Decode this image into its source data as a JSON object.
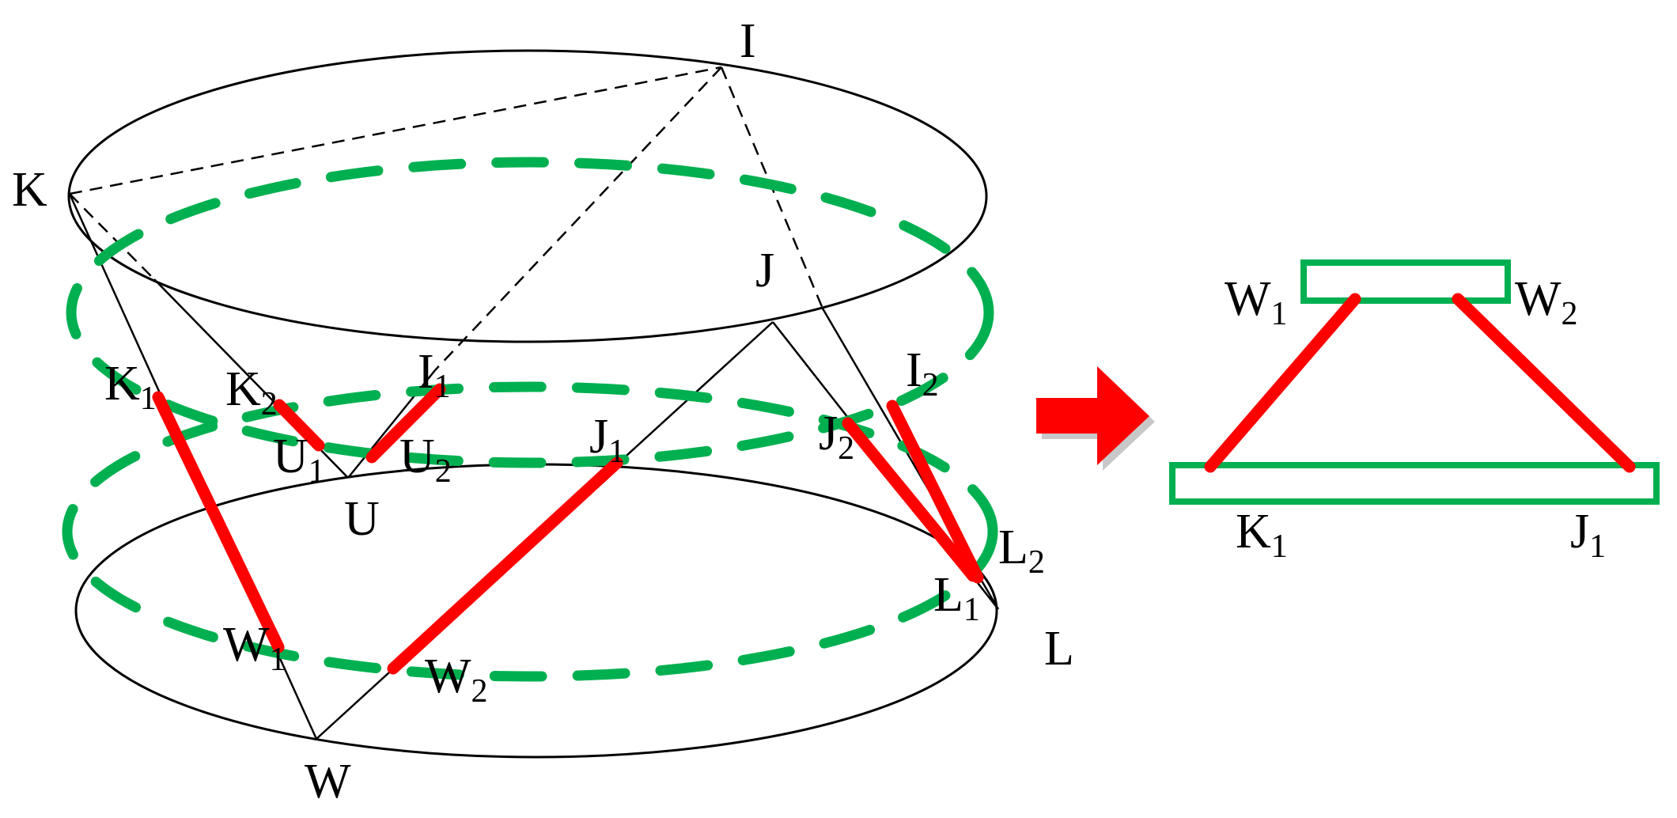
{
  "colors": {
    "outline": "#000000",
    "highlight": "#ff0000",
    "green": "#00b050",
    "arrow": "#ff0000",
    "arrow_shadow": "#c8c8c8"
  },
  "left_diagram": {
    "points": {
      "I": {
        "base": "I"
      },
      "K": {
        "base": "K"
      },
      "J": {
        "base": "J"
      },
      "U": {
        "base": "U"
      },
      "W": {
        "base": "W"
      },
      "L": {
        "base": "L"
      },
      "K1": {
        "base": "K",
        "sub": "1"
      },
      "K2": {
        "base": "K",
        "sub": "2"
      },
      "I1": {
        "base": "I",
        "sub": "1"
      },
      "I2": {
        "base": "I",
        "sub": "2"
      },
      "U1": {
        "base": "U",
        "sub": "1"
      },
      "U2": {
        "base": "U",
        "sub": "2"
      },
      "J1": {
        "base": "J",
        "sub": "1"
      },
      "J2": {
        "base": "J",
        "sub": "2"
      },
      "L1": {
        "base": "L",
        "sub": "1"
      },
      "L2": {
        "base": "L",
        "sub": "2"
      },
      "W1": {
        "base": "W",
        "sub": "1"
      },
      "W2": {
        "base": "W",
        "sub": "2"
      }
    }
  },
  "right_diagram": {
    "points": {
      "W1": {
        "base": "W",
        "sub": "1"
      },
      "W2": {
        "base": "W",
        "sub": "2"
      },
      "K1": {
        "base": "K",
        "sub": "1"
      },
      "J1": {
        "base": "J",
        "sub": "1"
      }
    }
  },
  "arrow_icon": "right-arrow-icon"
}
